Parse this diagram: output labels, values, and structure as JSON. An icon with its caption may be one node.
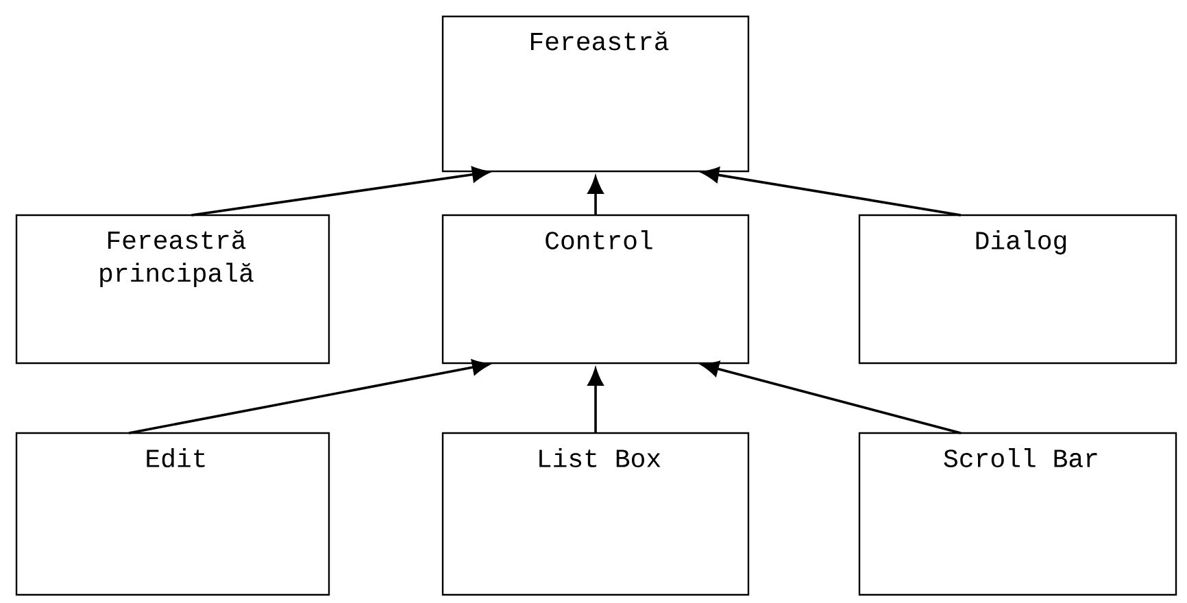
{
  "diagram": {
    "nodes": [
      {
        "text": [
          "Fereastră"
        ]
      },
      {
        "text": [
          "Fereastră principală"
        ]
      },
      {
        "text": [
          "Control"
        ]
      },
      {
        "text": [
          "Dialog"
        ]
      },
      {
        "text": [
          "Edit"
        ]
      },
      {
        "text": [
          "List Box"
        ]
      },
      {
        "text": [
          "Scroll Bar"
        ]
      }
    ],
    "edges": [
      {
        "from": 1,
        "to": 0,
        "arrow": "to"
      },
      {
        "from": 2,
        "to": 0,
        "arrow": "to"
      },
      {
        "from": 3,
        "to": 0,
        "arrow": "to"
      },
      {
        "from": 4,
        "to": 2,
        "arrow": "to"
      },
      {
        "from": 5,
        "to": 2,
        "arrow": "to"
      },
      {
        "from": 6,
        "to": 2,
        "arrow": "to"
      }
    ]
  }
}
